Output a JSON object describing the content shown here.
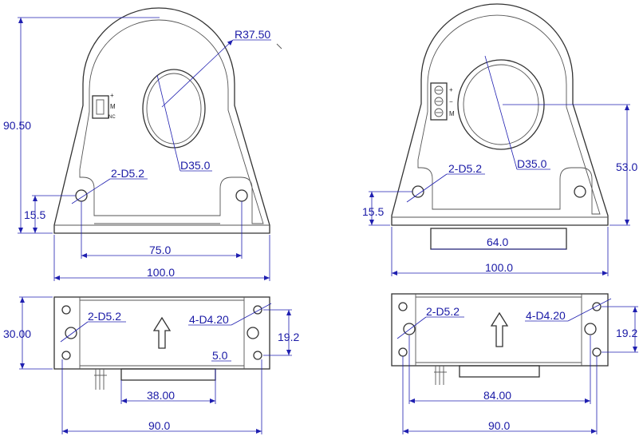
{
  "top_left": {
    "radius": "R37.50",
    "hole_dia": "D35.0",
    "mount_holes": "2-D5.2",
    "height_overall": "90.50",
    "hole_height": "15.5",
    "hole_spacing": "75.0",
    "width": "100.0",
    "connector": {
      "plus": "+",
      "m": "M",
      "nc": "NC"
    }
  },
  "top_right": {
    "hole_dia": "D35.0",
    "mount_holes": "2-D5.2",
    "center_height": "53.0",
    "hole_height": "15.5",
    "base_width": "64.0",
    "width": "100.0",
    "connector": {
      "plus": "+",
      "minus": "−",
      "m": "M"
    }
  },
  "bottom_left": {
    "depth": "30.00",
    "mount_holes": "2-D5.2",
    "pcb_holes": "4-D4.20",
    "pin_spacing": "19.2",
    "pin_offset": "5.0",
    "base_width": "38.00",
    "length": "90.0"
  },
  "bottom_right": {
    "mount_holes": "2-D5.2",
    "pcb_holes": "4-D4.20",
    "pin_spacing": "19.2",
    "hole_spacing": "84.00",
    "length": "90.0"
  }
}
